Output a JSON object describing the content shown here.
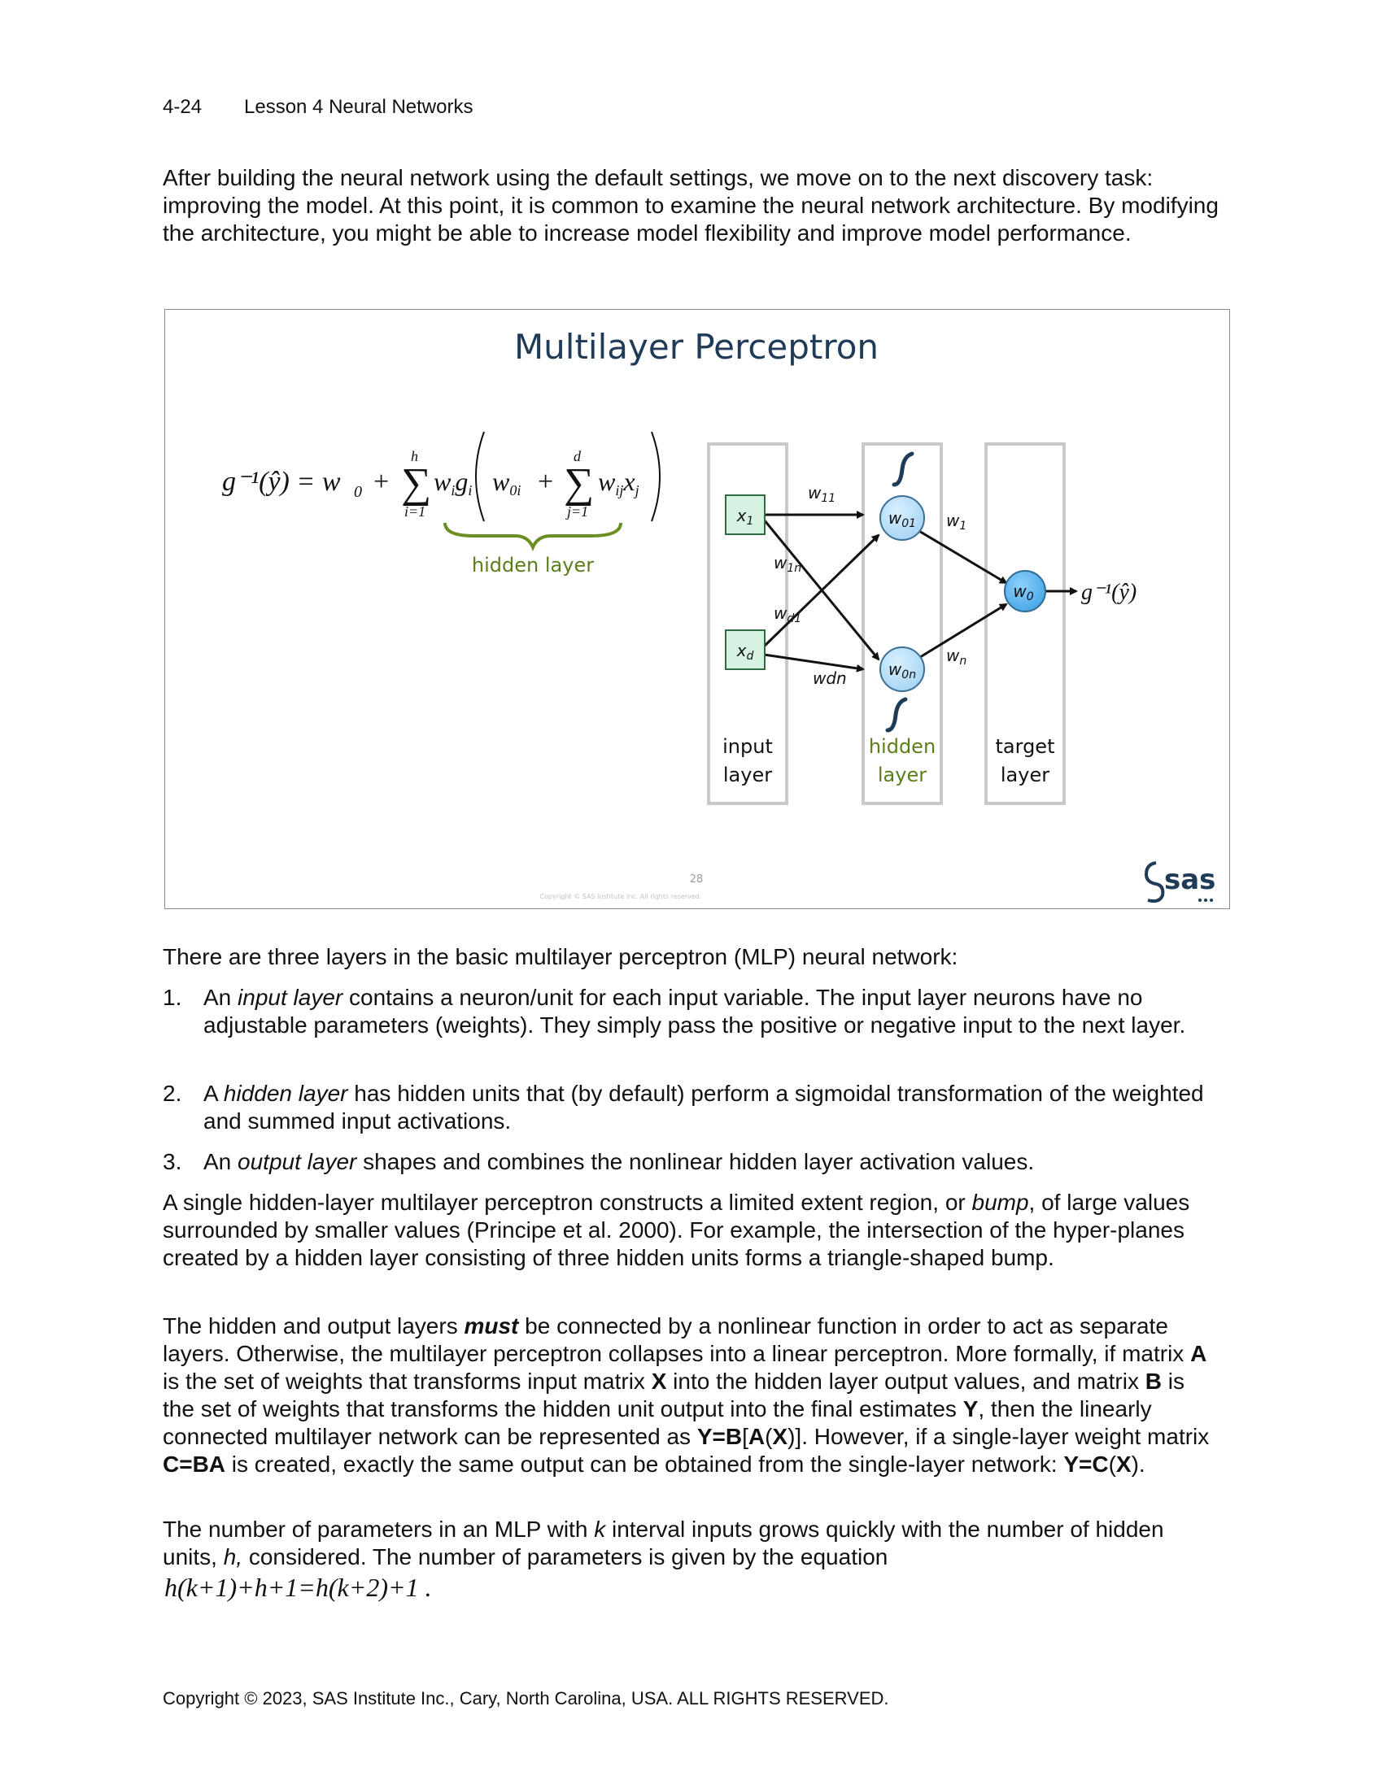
{
  "header": {
    "page_number": "4-24",
    "lesson_title": "Lesson 4  Neural Networks"
  },
  "intro_paragraph": "After building the neural network using the default settings, we move on to the next discovery task: improving the model. At this point, it is common to examine the neural network architecture. By modifying the architecture, you might be able to increase model flexibility and improve model performance.",
  "slide": {
    "title": "Multilayer Perceptron",
    "equation": {
      "lhs": "g⁻¹(ŷ) = w",
      "lhs_sub": "0",
      "sum_outer_top": "h",
      "sum_outer_bottom": "i=1",
      "sum_inner_top": "d",
      "sum_inner_bottom": "j=1",
      "brace_label": "hidden layer"
    },
    "nodes": {
      "x1": "x1",
      "xd": "xd",
      "w01": "w01",
      "w0n": "w0n",
      "w0": "w0"
    },
    "edge_labels": {
      "w11": "w11",
      "w1n": "w1n",
      "wd1": "wd1",
      "wdn": "wdn",
      "w1": "w1",
      "wn": "wn"
    },
    "output_label": "g⁻¹(ŷ)",
    "layers": {
      "input": [
        "input",
        "layer"
      ],
      "hidden": [
        "hidden",
        "layer"
      ],
      "target": [
        "target",
        "layer"
      ]
    },
    "slide_number": "28",
    "slide_copyright": "Copyright © SAS Institute Inc. All rights reserved.",
    "logo_text": "sas"
  },
  "layers_intro": "There are three layers in the basic multilayer perceptron (MLP) neural network:",
  "list": [
    {
      "num": "1.",
      "pre": "An ",
      "em": "input layer",
      "post": " contains a neuron/unit for each input variable. The input layer neurons have no adjustable parameters (weights). They simply pass the positive or negative input to the next layer."
    },
    {
      "num": "2.",
      "pre": "A ",
      "em": "hidden layer",
      "post": " has hidden units that (by default) perform a sigmoidal transformation of the weighted and summed input activations."
    },
    {
      "num": "3.",
      "pre": "An ",
      "em": "output layer",
      "post": " shapes and combines the nonlinear hidden layer activation values."
    }
  ],
  "para_bump": {
    "pre": "A single hidden-layer multilayer perceptron constructs a limited extent region, or ",
    "em": "bump",
    "post": ", of large values surrounded by smaller values (Principe et al. 2000). For example, the intersection of the hyper-planes created by a hidden layer consisting of three hidden units forms a triangle-shaped bump."
  },
  "para_nonlinear": {
    "t1": "The hidden and output layers ",
    "must": "must",
    "t2": " be connected by a nonlinear function in order to act as separate layers. Otherwise, the multilayer perceptron collapses into a linear perceptron. More formally, if matrix ",
    "A": "A",
    "t3": " is the set of weights that transforms input matrix ",
    "X": "X",
    "t4": " into the hidden layer output values, and matrix ",
    "B": "B",
    "t5": " is the set of weights that transforms the hidden unit output into the final estimates ",
    "Y": "Y",
    "t6": ", then the linearly connected multilayer network can be represented as ",
    "eq1": "Y=B",
    "t7": "[",
    "eq1b": "A",
    "t8": "(",
    "eq1c": "X",
    "t9": ")]. However, if a single-layer weight matrix ",
    "eq2": "C=BA",
    "t10": " is created, exactly the same output can be obtained from the single-layer network: ",
    "eq3": "Y=C",
    "t11": "(",
    "eq3b": "X",
    "t12": ")."
  },
  "para_params": {
    "t1": "The number of parameters in an MLP with ",
    "k": "k",
    "t2": " interval inputs grows quickly with the number of hidden units, ",
    "h": "h,",
    "t3": " considered. The number of parameters is given by the equation",
    "equation": "h(k+1)+h+1=h(k+2)+1 ."
  },
  "footer": {
    "copyright": "Copyright © 2023, SAS Institute Inc., Cary, North Carolina, USA. ALL RIGHTS RESERVED."
  }
}
